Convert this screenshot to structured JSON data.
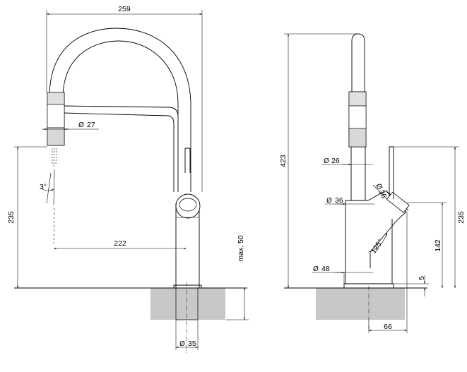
{
  "front_view": {
    "width_total": "259",
    "spout_diameter": "27",
    "spray_angle": "3°",
    "outlet_height": "235",
    "reach": "222",
    "max_deck": "max. 50",
    "shank_diameter": "35"
  },
  "side_view": {
    "height_total": "423",
    "neck_diameter": "26",
    "body_diameter": "36",
    "lever_diameter": "36",
    "lever_angle": "125°",
    "base_diameter": "48",
    "outlet_height": "235",
    "lever_height": "142",
    "base_height": "5",
    "lever_reach": "66"
  },
  "symbols": {
    "diameter": "Ø"
  }
}
